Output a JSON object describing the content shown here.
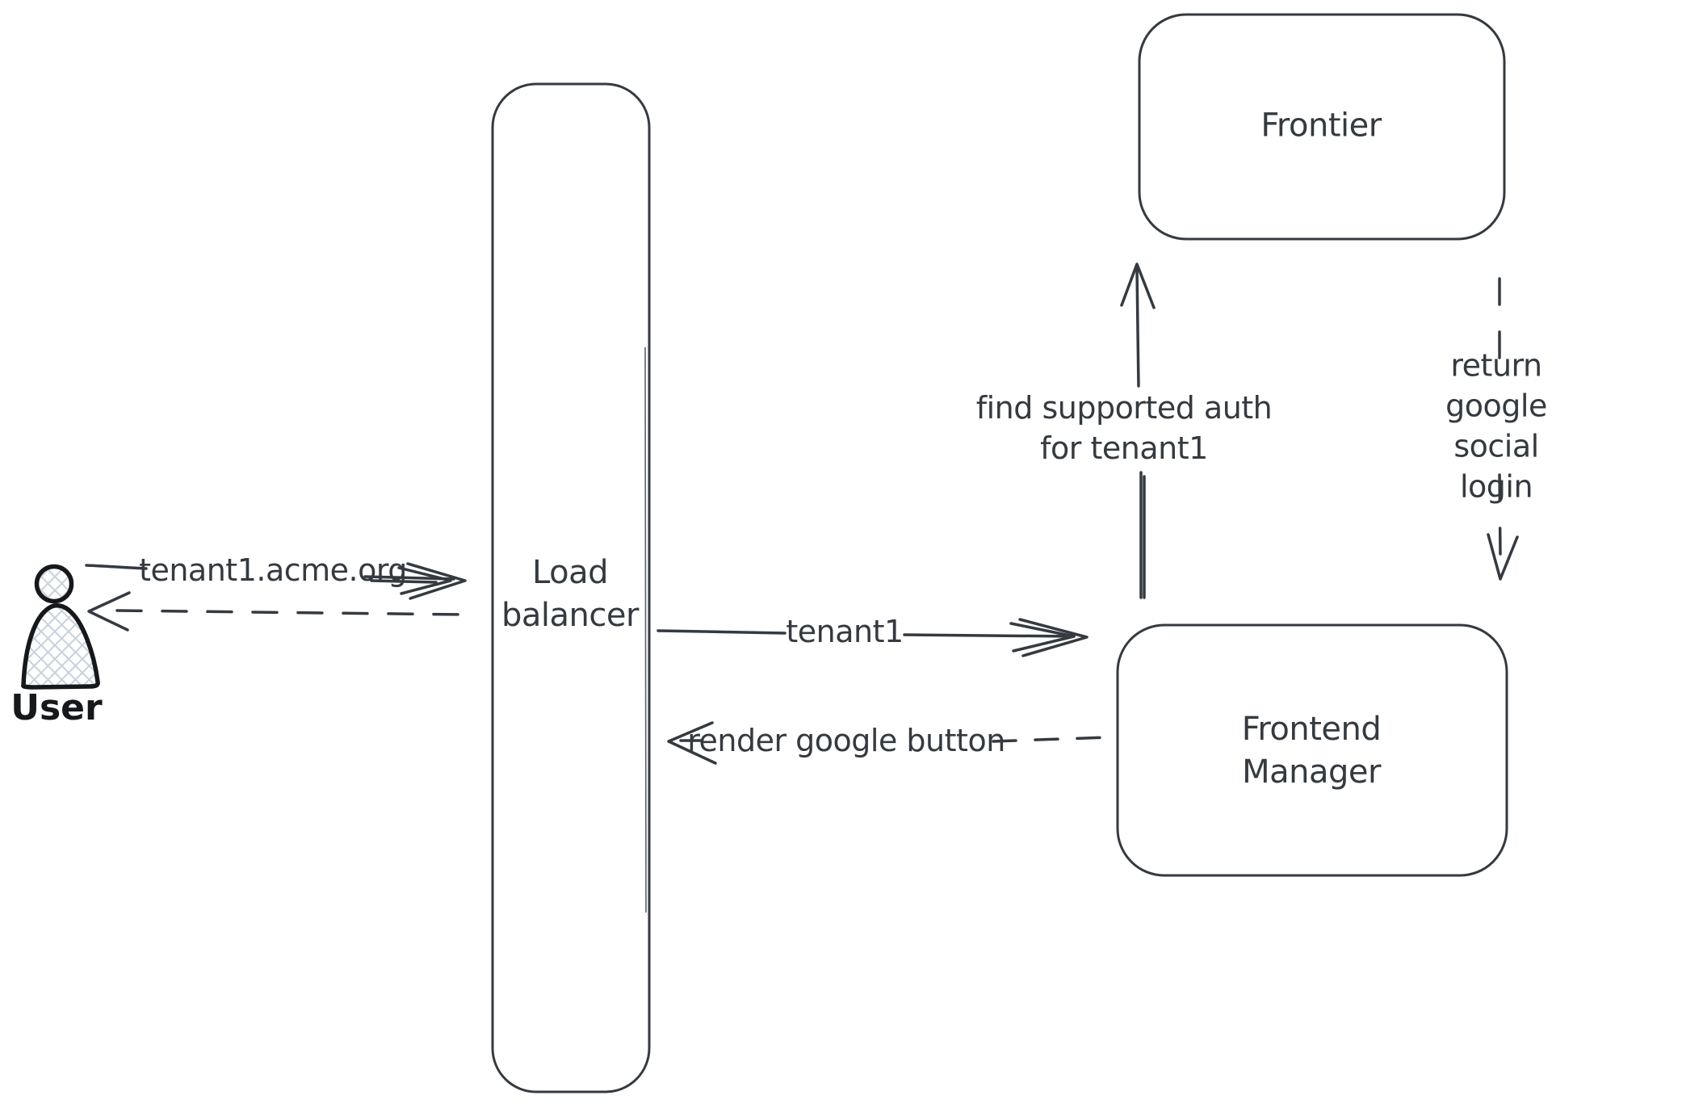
{
  "diagram": {
    "title": "tenant social login flow",
    "nodes": {
      "user": {
        "label": "User",
        "icon": "person-icon",
        "shape": "actor"
      },
      "load_balancer": {
        "label": "Load\nbalancer",
        "shape": "rounded-rect"
      },
      "frontier": {
        "label": "Frontier",
        "shape": "rounded-rect"
      },
      "frontend_manager": {
        "label": "Frontend\nManager",
        "shape": "rounded-rect"
      }
    },
    "edges": {
      "user_to_lb": {
        "label": "tenant1.acme.org",
        "from": "User",
        "to": "Load balancer",
        "style": "solid"
      },
      "lb_to_user": {
        "label": "",
        "from": "Load balancer",
        "to": "User",
        "style": "dashed"
      },
      "lb_to_fm": {
        "label": "tenant1",
        "from": "Load balancer",
        "to": "Frontend Manager",
        "style": "solid"
      },
      "fm_to_lb": {
        "label": "render google button",
        "from": "Frontend Manager",
        "to": "Load balancer",
        "style": "dashed"
      },
      "fm_to_frontier": {
        "label": "find supported auth\nfor tenant1",
        "from": "Frontend Manager",
        "to": "Frontier",
        "style": "solid"
      },
      "frontier_to_fm": {
        "label": "return google social\nlogin",
        "from": "Frontier",
        "to": "Frontend Manager",
        "style": "dashed"
      }
    },
    "colors": {
      "stroke": "#343a40",
      "icon_stroke": "#16181b",
      "hatch_fill": "#c8d1dc",
      "background": "#ffffff"
    }
  }
}
